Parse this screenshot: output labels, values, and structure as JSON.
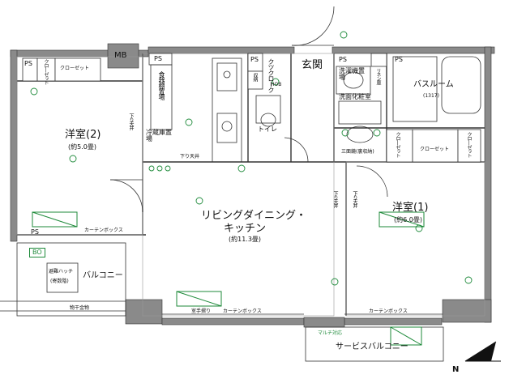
{
  "rooms": {
    "western2_name": "洋室(2)",
    "western2_size": "(約5.0畳)",
    "western1_name": "洋室(1)",
    "western1_size": "(約6.0畳)",
    "ldk_name_1": "リビングダイニング・",
    "ldk_name_2": "キッチン",
    "ldk_size": "(約11.3畳)",
    "entrance": "玄関",
    "toilet": "トイレ",
    "bath_name": "バスルーム",
    "bath_size": "(1317)",
    "washroom": "洗面化粧室",
    "balcony": "バルコニー",
    "service_balcony": "サービスバルコニー"
  },
  "storage": {
    "ps": "PS",
    "mb": "MB",
    "bo": "BO",
    "closet": "クローゼット",
    "closet_short": "クロ|ゼット",
    "shoe_closet": "クツクローク",
    "dish_storage": "食器棚置場",
    "fridge_storage": "冷蔵庫置場",
    "storage_short": "収納",
    "washer_storage": "洗濯機置場",
    "linen": "リネン庫",
    "three_way_mirror": "三面鏡(裏収納)",
    "evac_hatch": "避難ハッチ",
    "evac_hatch_sub": "(寄数階)"
  },
  "labels": {
    "lowered_ceiling": "下り天井",
    "curtain_box": "カーテンボックス",
    "drying_rack": "物干金物",
    "window_rail": "室手摺り",
    "multi_faucet": "マルチ対応",
    "hob": "HOB",
    "compass_n": "N"
  }
}
